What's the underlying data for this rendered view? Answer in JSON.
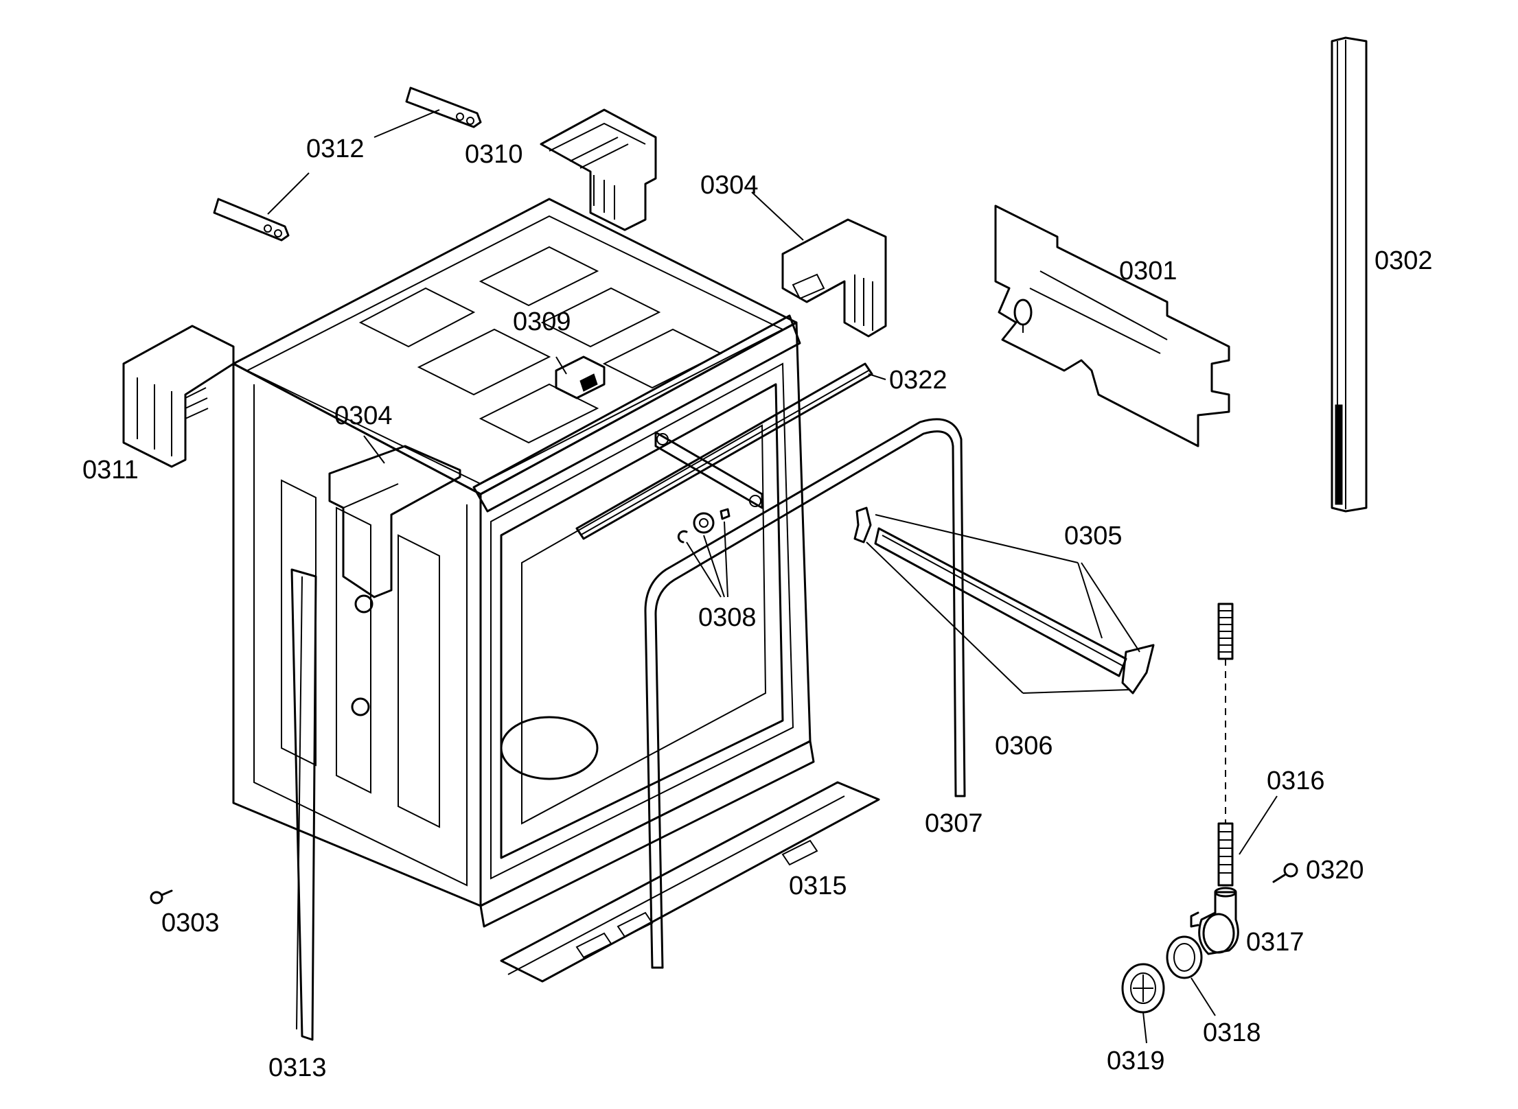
{
  "parts": [
    {
      "id": "p0301",
      "label": "0301"
    },
    {
      "id": "p0302",
      "label": "0302"
    },
    {
      "id": "p0303",
      "label": "0303"
    },
    {
      "id": "p0304a",
      "label": "0304"
    },
    {
      "id": "p0304b",
      "label": "0304"
    },
    {
      "id": "p0305",
      "label": "0305"
    },
    {
      "id": "p0306",
      "label": "0306"
    },
    {
      "id": "p0307",
      "label": "0307"
    },
    {
      "id": "p0308",
      "label": "0308"
    },
    {
      "id": "p0309",
      "label": "0309"
    },
    {
      "id": "p0310",
      "label": "0310"
    },
    {
      "id": "p0311",
      "label": "0311"
    },
    {
      "id": "p0312",
      "label": "0312"
    },
    {
      "id": "p0313",
      "label": "0313"
    },
    {
      "id": "p0315",
      "label": "0315"
    },
    {
      "id": "p0316",
      "label": "0316"
    },
    {
      "id": "p0317",
      "label": "0317"
    },
    {
      "id": "p0318",
      "label": "0318"
    },
    {
      "id": "p0319",
      "label": "0319"
    },
    {
      "id": "p0320",
      "label": "0320"
    },
    {
      "id": "p0322",
      "label": "0322"
    }
  ]
}
